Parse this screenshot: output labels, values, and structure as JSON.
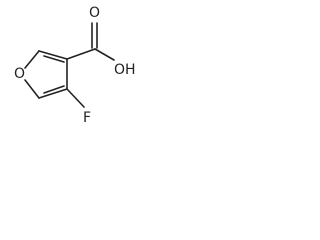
{
  "molecule": {
    "atoms": {
      "ring_oxygen": "O",
      "hydroxyl": "OH",
      "carbonyl_oxygen": "O",
      "fluorine": "F"
    },
    "colors": {
      "bond": "#222222",
      "label": "#222222",
      "background": "#ffffff"
    }
  }
}
